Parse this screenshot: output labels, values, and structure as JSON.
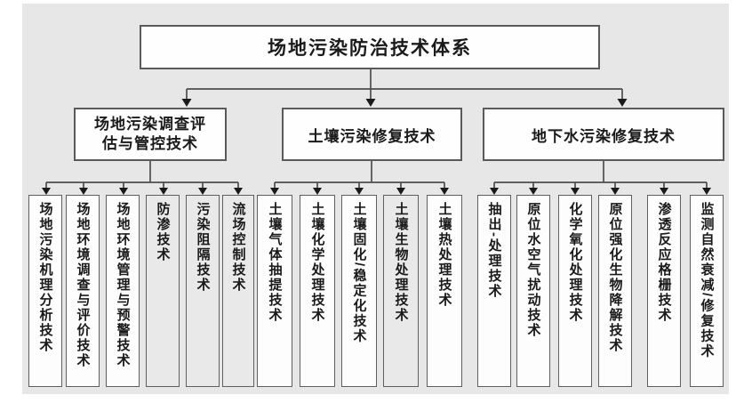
{
  "diagram": {
    "root": "场地污染防治技术体系",
    "branches": [
      {
        "label": "场地污染调查评估与管控技术",
        "children": [
          "场地污染机理分析技术",
          "场地环境调查与评价技术",
          "场地环境管理与预警技术",
          "防渗技术",
          "污染阻隔技术",
          "流场控制技术"
        ]
      },
      {
        "label": "土壤污染修复技术",
        "children": [
          "土壤气体抽提技术",
          "土壤化学处理技术",
          "土壤固化/稳定化技术",
          "土壤生物处理技术",
          "土壤热处理技术"
        ]
      },
      {
        "label": "地下水污染修复技术",
        "children": [
          "抽出-处理技术",
          "原位水空气扰动技术",
          "化学氧化处理技术",
          "原位强化生物降解技术",
          "渗透反应格栅技术",
          "监测自然衰减/修复技术"
        ]
      }
    ],
    "colors": {
      "page_background": "#ffffff",
      "panel_background": "#e7e7e7",
      "node_fill": "#fdfdfd",
      "node_fill_shaded": "#e9e9e9",
      "node_border": "#5a5a5a",
      "connector": "#4d4d4d",
      "arrowhead": "#1a1a1a",
      "text": "#1a1a1a"
    }
  }
}
